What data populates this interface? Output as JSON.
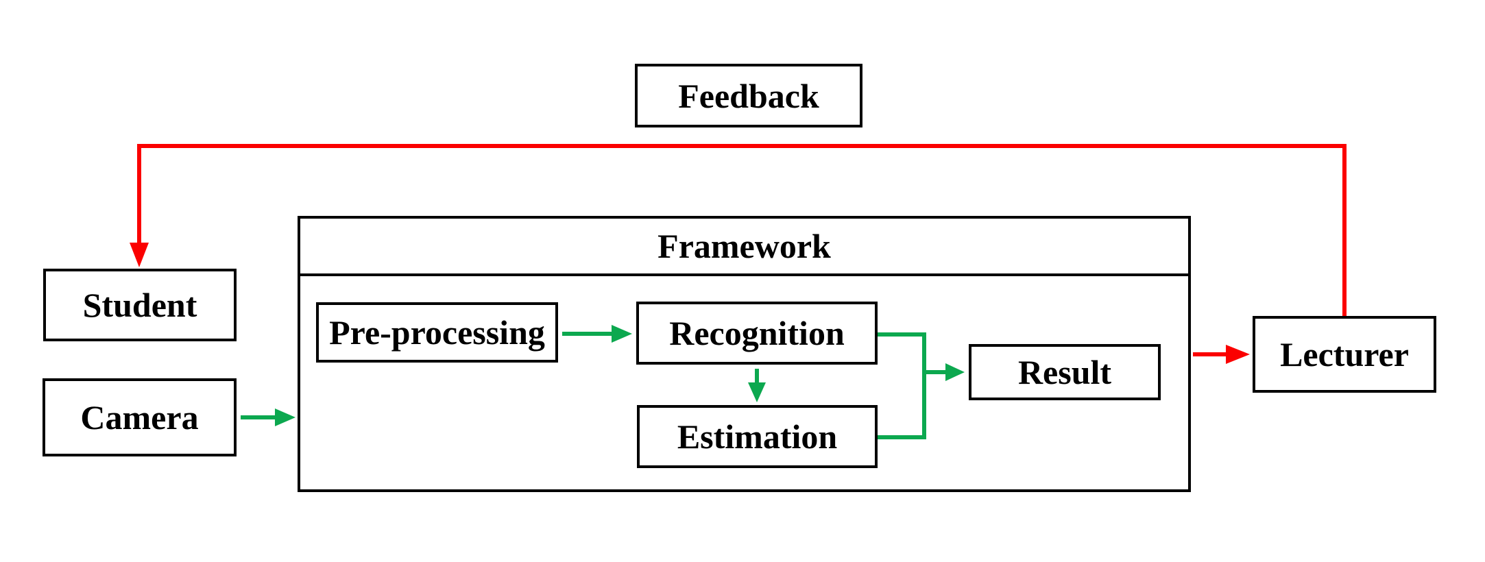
{
  "diagram": {
    "background": "#ffffff",
    "colors": {
      "border": "#000000",
      "text": "#000000",
      "red": "#fb0000",
      "green": "#0ca84f"
    },
    "nodes": {
      "feedback": "Feedback",
      "student": "Student",
      "camera": "Camera",
      "framework": "Framework",
      "preprocessing": "Pre-processing",
      "recognition": "Recognition",
      "estimation": "Estimation",
      "result": "Result",
      "lecturer": "Lecturer"
    },
    "edges": [
      {
        "from": "Camera",
        "to": "Framework",
        "color": "green"
      },
      {
        "from": "Pre-processing",
        "to": "Recognition",
        "color": "green"
      },
      {
        "from": "Recognition",
        "to": "Estimation",
        "color": "green"
      },
      {
        "from": "Recognition",
        "to": "Result",
        "color": "green"
      },
      {
        "from": "Estimation",
        "to": "Result",
        "color": "green"
      },
      {
        "from": "Framework",
        "to": "Lecturer",
        "color": "red"
      },
      {
        "from": "Lecturer",
        "to": "Student",
        "color": "red",
        "via": "Feedback"
      }
    ]
  }
}
